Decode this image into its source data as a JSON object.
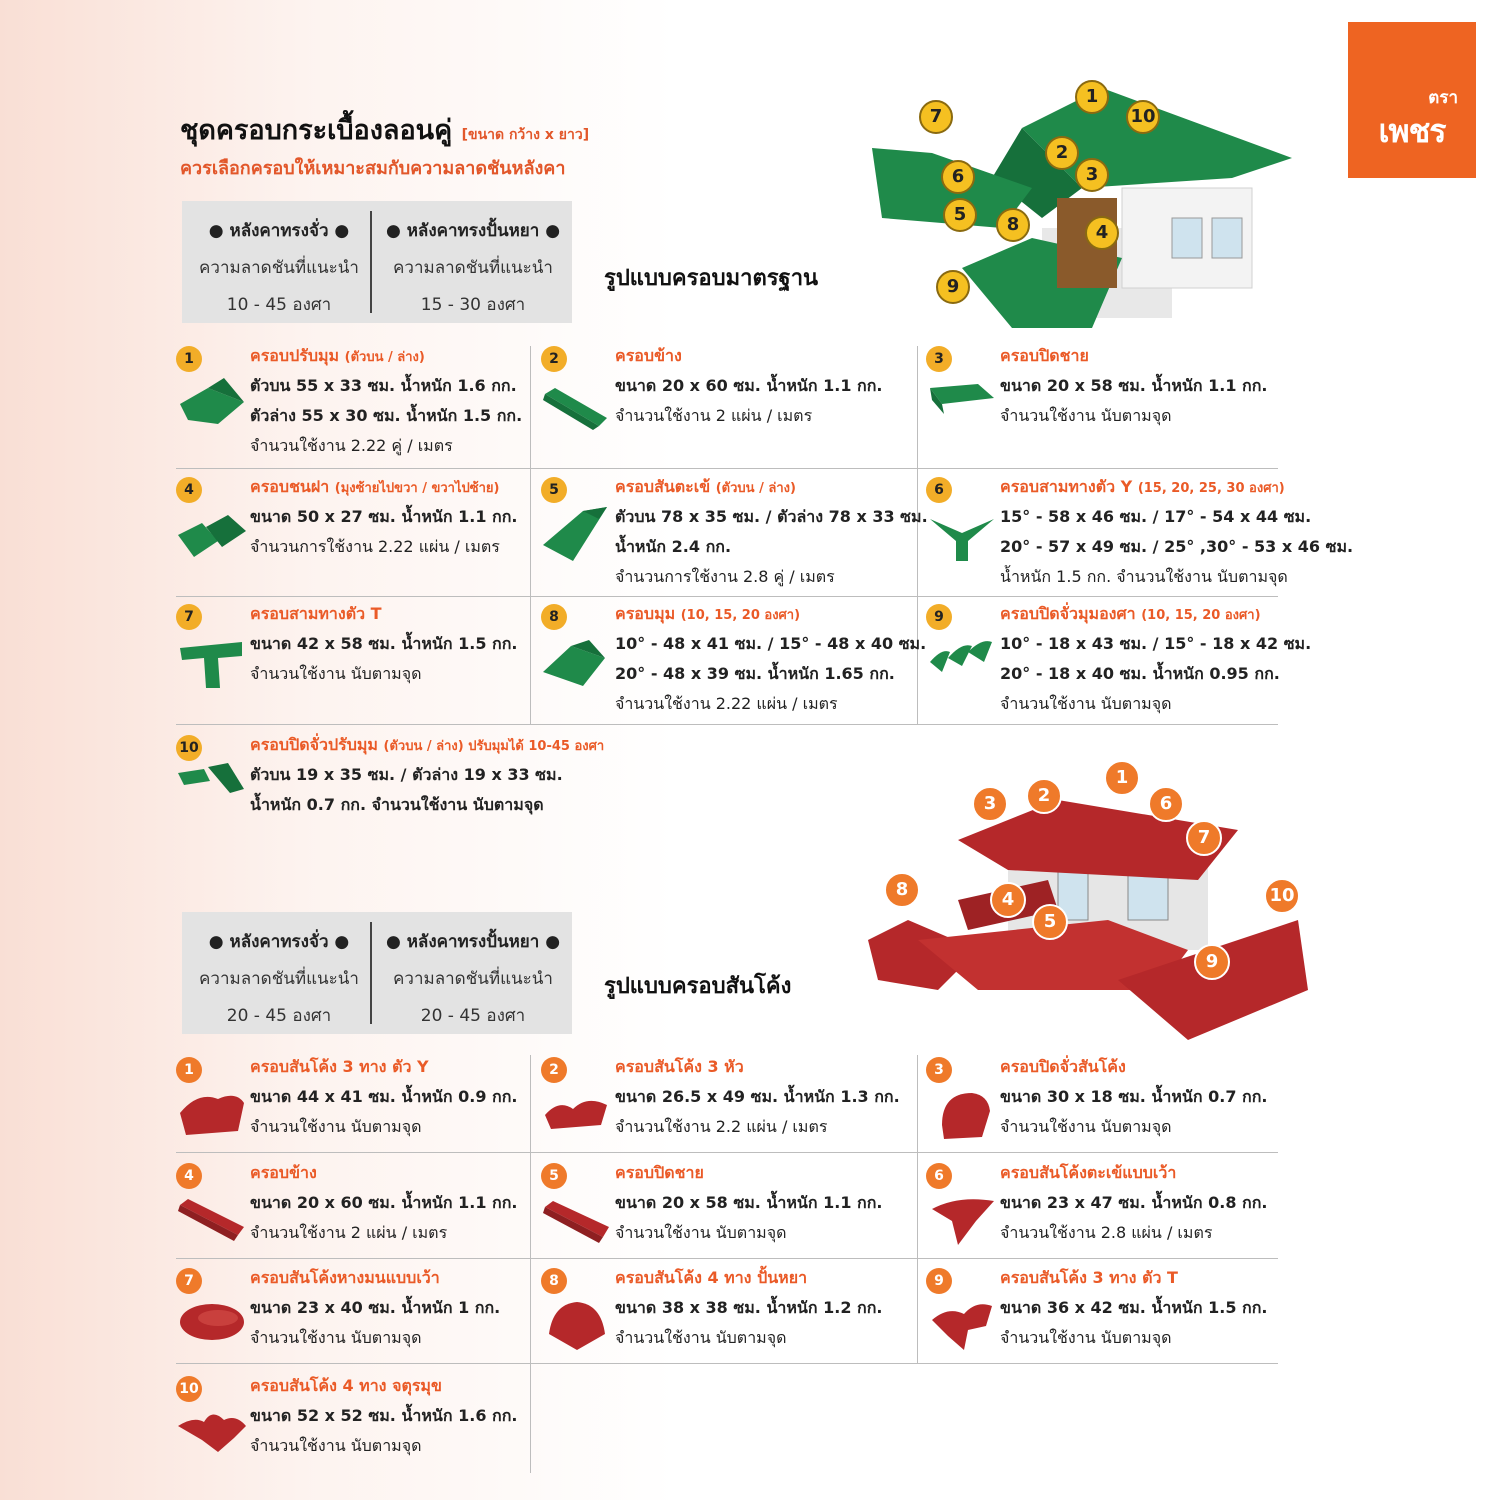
{
  "brand": {
    "small": "ตรา",
    "big": "เพชร",
    "color": "#ee6422"
  },
  "header": {
    "title": "ชุดครอบกระเบื้องลอนคู่",
    "title_note": "[ขนาด กว้าง x ยาว]",
    "subtitle": "ควรเลือกครอบให้เหมาะสมกับความลาดชันหลังคา"
  },
  "section1": {
    "title": "รูปแบบครอบมาตรฐาน",
    "slope": {
      "left_heading": "● หลังคาทรงจั่ว ●",
      "left_label": "ความลาดชันที่แนะนำ",
      "left_range": "10 - 45 องศา",
      "right_heading": "● หลังคาทรงปั้นหยา ●",
      "right_label": "ความลาดชันที่แนะนำ",
      "right_range": "15 - 30 องศา"
    },
    "house_badges": [
      "1",
      "2",
      "3",
      "4",
      "5",
      "6",
      "7",
      "8",
      "9",
      "10"
    ],
    "items": [
      {
        "num": "1",
        "name": "ครอบปรับมุม",
        "name_note": "(ตัวบน / ล่าง)",
        "lines": [
          "ตัวบน 55 x 33 ซม.  น้ำหนัก 1.6 กก.",
          "ตัวล่าง 55 x 30 ซม.  น้ำหนัก 1.5 กก.",
          "จำนวนใช้งาน 2.22 คู่ / เมตร"
        ]
      },
      {
        "num": "2",
        "name": "ครอบข้าง",
        "name_note": "",
        "lines": [
          "ขนาด 20 x 60 ซม.  น้ำหนัก 1.1 กก.",
          "จำนวนใช้งาน 2 แผ่น / เมตร",
          ""
        ]
      },
      {
        "num": "3",
        "name": "ครอบปิดชาย",
        "name_note": "",
        "lines": [
          "ขนาด 20 x 58 ซม.  น้ำหนัก 1.1 กก.",
          "จำนวนใช้งาน นับตามจุด",
          ""
        ]
      },
      {
        "num": "4",
        "name": "ครอบชนฝา",
        "name_note": "(มุงซ้ายไปขวา / ขวาไปซ้าย)",
        "lines": [
          "ขนาด 50 x 27 ซม.  น้ำหนัก 1.1 กก.",
          "จำนวนการใช้งาน 2.22 แผ่น / เมตร",
          ""
        ]
      },
      {
        "num": "5",
        "name": "ครอบสันตะเข้",
        "name_note": "(ตัวบน / ล่าง)",
        "lines": [
          "ตัวบน 78 x 35 ซม. / ตัวล่าง 78 x 33 ซม.",
          "น้ำหนัก 2.4 กก.",
          "จำนวนการใช้งาน 2.8 คู่ / เมตร"
        ]
      },
      {
        "num": "6",
        "name": "ครอบสามทางตัว Y",
        "name_note": "(15, 20, 25, 30 องศา)",
        "lines": [
          "15° - 58 x 46 ซม. / 17° - 54 x 44 ซม.",
          "20° - 57 x 49 ซม. / 25° ,30° - 53 x 46 ซม.",
          "น้ำหนัก 1.5 กก.  จำนวนใช้งาน นับตามจุด"
        ]
      },
      {
        "num": "7",
        "name": "ครอบสามทางตัว T",
        "name_note": "",
        "lines": [
          "ขนาด 42 x 58 ซม.  น้ำหนัก 1.5 กก.",
          "จำนวนใช้งาน นับตามจุด",
          ""
        ]
      },
      {
        "num": "8",
        "name": "ครอบมุม",
        "name_note": "(10, 15, 20 องศา)",
        "lines": [
          "10° - 48 x 41 ซม. / 15° - 48 x 40 ซม.",
          "20° - 48 x 39 ซม.  น้ำหนัก 1.65 กก.",
          "จำนวนใช้งาน 2.22 แผ่น / เมตร"
        ]
      },
      {
        "num": "9",
        "name": "ครอบปิดจั่วมุมองศา",
        "name_note": "(10, 15, 20 องศา)",
        "lines": [
          "10° - 18 x 43 ซม. / 15° - 18 x 42 ซม.",
          "20° - 18 x 40 ซม.  น้ำหนัก 0.95 กก.",
          "จำนวนใช้งาน นับตามจุด"
        ]
      },
      {
        "num": "10",
        "name": "ครอบปิดจั่วปรับมุม",
        "name_note": "(ตัวบน / ล่าง) ปรับมุมได้ 10-45 องศา",
        "lines": [
          "ตัวบน 19 x 35 ซม. / ตัวล่าง 19 x 33 ซม.",
          "น้ำหนัก 0.7 กก. จำนวนใช้งาน นับตามจุด",
          ""
        ]
      }
    ]
  },
  "section2": {
    "title": "รูปแบบครอบสันโค้ง",
    "slope": {
      "left_heading": "● หลังคาทรงจั่ว ●",
      "left_label": "ความลาดชันที่แนะนำ",
      "left_range": "20 - 45 องศา",
      "right_heading": "● หลังคาทรงปั้นหยา ●",
      "right_label": "ความลาดชันที่แนะนำ",
      "right_range": "20 - 45 องศา"
    },
    "house_badges": [
      "1",
      "2",
      "3",
      "4",
      "5",
      "6",
      "7",
      "8",
      "9",
      "10"
    ],
    "items": [
      {
        "num": "1",
        "name": "ครอบสันโค้ง 3 ทาง ตัว Y",
        "lines": [
          "ขนาด 44 x 41 ซม.  น้ำหนัก 0.9 กก.",
          "จำนวนใช้งาน นับตามจุด"
        ]
      },
      {
        "num": "2",
        "name": "ครอบสันโค้ง 3 หัว",
        "lines": [
          "ขนาด 26.5 x 49 ซม.  น้ำหนัก 1.3 กก.",
          "จำนวนใช้งาน 2.2 แผ่น / เมตร"
        ]
      },
      {
        "num": "3",
        "name": "ครอบปิดจั่วสันโค้ง",
        "lines": [
          "ขนาด 30 x 18 ซม.  น้ำหนัก 0.7 กก.",
          "จำนวนใช้งาน นับตามจุด"
        ]
      },
      {
        "num": "4",
        "name": "ครอบข้าง",
        "lines": [
          "ขนาด 20 x 60 ซม.  น้ำหนัก 1.1 กก.",
          "จำนวนใช้งาน 2 แผ่น / เมตร"
        ]
      },
      {
        "num": "5",
        "name": "ครอบปิดชาย",
        "lines": [
          "ขนาด 20 x 58 ซม.  น้ำหนัก 1.1 กก.",
          "จำนวนใช้งาน นับตามจุด"
        ]
      },
      {
        "num": "6",
        "name": "ครอบสันโค้งตะเข้แบบเว้า",
        "lines": [
          "ขนาด 23 x 47 ซม.  น้ำหนัก 0.8 กก.",
          "จำนวนใช้งาน 2.8 แผ่น / เมตร"
        ]
      },
      {
        "num": "7",
        "name": "ครอบสันโค้งหางมนแบบเว้า",
        "lines": [
          "ขนาด 23 x 40 ซม.  น้ำหนัก 1 กก.",
          "จำนวนใช้งาน นับตามจุด"
        ]
      },
      {
        "num": "8",
        "name": "ครอบสันโค้ง 4 ทาง ปั้นหยา",
        "lines": [
          "ขนาด 38 x 38 ซม.  น้ำหนัก 1.2 กก.",
          "จำนวนใช้งาน นับตามจุด"
        ]
      },
      {
        "num": "9",
        "name": "ครอบสันโค้ง 3 ทาง ตัว T",
        "lines": [
          "ขนาด 36 x 42 ซม.  น้ำหนัก 1.5 กก.",
          "จำนวนใช้งาน นับตามจุด"
        ]
      },
      {
        "num": "10",
        "name": "ครอบสันโค้ง 4 ทาง จตุรมุข",
        "lines": [
          "ขนาด 52 x 52 ซม.  น้ำหนัก 1.6 กก.",
          "จำนวนใช้งาน นับตามจุด"
        ]
      }
    ]
  },
  "colors": {
    "accent": "#ea5a27",
    "green_tile": "#1f8a4a",
    "red_tile": "#b5282a",
    "badge_yellow": "#f2ad28",
    "badge_orange": "#ef7a2a"
  }
}
